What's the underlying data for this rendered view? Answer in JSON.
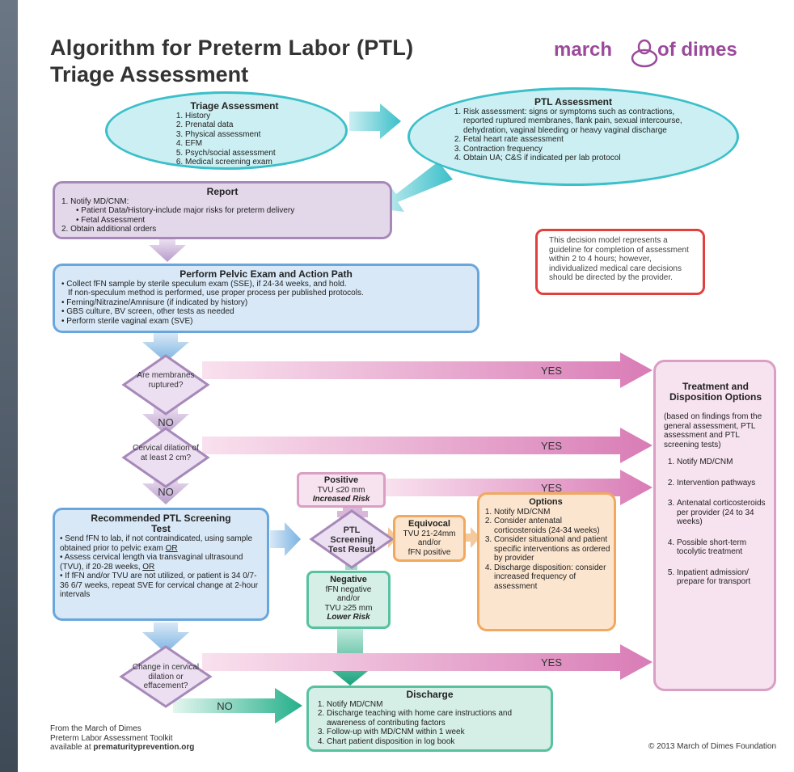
{
  "title": {
    "line1": "Algorithm for Preterm Labor (PTL)",
    "line2": "Triage Assessment"
  },
  "logo": {
    "left": "march",
    "right": "of dimes"
  },
  "triage": {
    "title": "Triage Assessment",
    "items": [
      "History",
      "Prenatal data",
      "Physical assessment",
      "EFM",
      "Psych/social assessment",
      "Medical screening exam"
    ]
  },
  "ptl_assessment": {
    "title": "PTL Assessment",
    "items": [
      "Risk assessment: signs or symptoms such as contractions, reported ruptured membranes, flank pain, sexual intercourse, dehydration, vaginal bleeding or heavy vaginal discharge",
      "Fetal heart rate assessment",
      "Contraction frequency",
      "Obtain UA; C&S if indicated per lab protocol"
    ]
  },
  "report": {
    "title": "Report",
    "item1": "Notify MD/CNM:",
    "sub": [
      "Patient Data/History-include major risks for preterm delivery",
      "Fetal Assessment"
    ],
    "item2": "Obtain additional orders"
  },
  "note": "This decision model represents a guideline for completion of assessment within 2 to 4 hours; however, individualized medical care decisions should be directed by the provider.",
  "pelvic": {
    "title": "Perform Pelvic Exam and Action Path",
    "bullet1": "Collect fFN sample by sterile speculum exam (SSE), if 24-34 weeks, and hold.",
    "bullet1b": "If non-speculum method is performed, use proper process per published protocols.",
    "bullets": [
      "Ferning/Nitrazine/Amnisure (if indicated by history)",
      "GBS culture, BV screen, other tests as needed",
      "Perform sterile vaginal exam (SVE)"
    ]
  },
  "decisions": {
    "membranes": "Are membranes ruptured?",
    "dilation": "Cervical dilation of at least 2 cm?",
    "ptl_test": "PTL Screening Test Result",
    "change": "Change in cervical dilation or effacement?"
  },
  "labels": {
    "yes": "YES",
    "no": "NO"
  },
  "treatment": {
    "title": "Treatment and Disposition Options",
    "intro": "(based on findings from the general assessment, PTL assessment and PTL screening tests)",
    "items": [
      "Notify MD/CNM",
      "Intervention pathways",
      "Antenatal corticosteroids per provider (24 to 34 weeks)",
      "Possible short-term tocolytic treatment",
      "Inpatient admission/ prepare for transport"
    ]
  },
  "screening": {
    "title": "Recommended PTL Screening Test",
    "b1": "Send fFN to lab, if not contraindicated, using sample obtained prior to pelvic exam",
    "b1u": "OR",
    "b2": "Assess cervical length via transvaginal ultrasound (TVU), if 20-28 weeks,",
    "b2u": "OR",
    "b3": "If fFN and/or TVU are not utilized, or patient is 34 0/7-36 6/7 weeks, repeat SVE for cervical change at 2-hour intervals"
  },
  "positive": {
    "title": "Positive",
    "line1": "TVU ≤20 mm",
    "line2": "Increased Risk"
  },
  "equivocal": {
    "title": "Equivocal",
    "lines": [
      "TVU 21-24mm",
      "and/or",
      "fFN positive"
    ]
  },
  "negative": {
    "title": "Negative",
    "lines": [
      "fFN negative",
      "and/or",
      "TVU ≥25 mm"
    ],
    "risk": "Lower Risk"
  },
  "options": {
    "title": "Options",
    "items": [
      "Notify MD/CNM",
      "Consider antenatal corticosteroids (24-34 weeks)",
      "Consider situational and patient specific interventions as ordered by provider",
      "Discharge disposition: consider increased frequency of assessment"
    ]
  },
  "discharge": {
    "title": "Discharge",
    "items": [
      "Notify MD/CNM",
      "Discharge teaching with home care instructions and awareness of contributing factors",
      "Follow-up with MD/CNM within 1 week",
      "Chart patient disposition in log book"
    ]
  },
  "footer": {
    "l1": "From the March of Dimes",
    "l2": "Preterm Labor Assessment Toolkit",
    "l3": "available at",
    "url": "prematurityprevention.org",
    "copyright": "© 2013 March of Dimes Foundation"
  },
  "colors": {
    "teal": "#3bbfc9",
    "purple": "#a789b9",
    "blue": "#69a6dc",
    "pink": "#d99fc4",
    "orange": "#f0a95f",
    "green": "#58c1a0",
    "red": "#e0413d",
    "logo": "#9b4a9b"
  }
}
